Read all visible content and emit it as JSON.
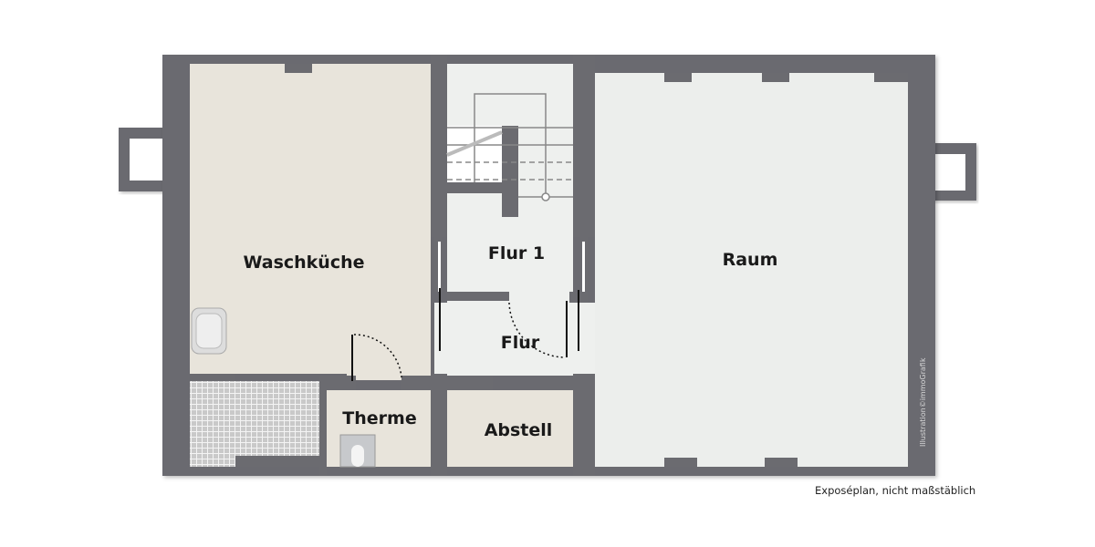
{
  "rooms": {
    "waschkueche": "Waschküche",
    "flur1": "Flur 1",
    "flur": "Flur",
    "raum": "Raum",
    "therme": "Therme",
    "abstell": "Abstell"
  },
  "caption": "Exposéplan, nicht maßstäblich",
  "credit": "Illustration©immoGrafik",
  "colors": {
    "wall": "#6b6b70",
    "beige_room": "#e8e4db",
    "grey_room": "#eceeec"
  }
}
